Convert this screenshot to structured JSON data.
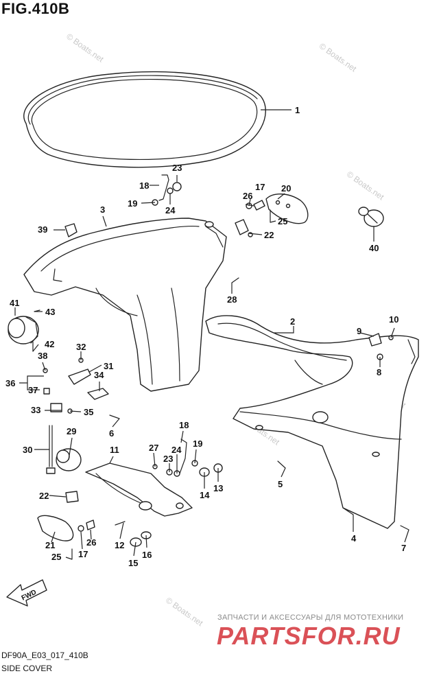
{
  "figure": {
    "title": "FIG.410B",
    "footer_code": "DF90A_E03_017_410B",
    "footer_name": "SIDE COVER",
    "fwd_label": "FWD"
  },
  "watermark": {
    "site": "© Boats.net",
    "ru_text": "ЗАПЧАСТИ И АКСЕССУАРЫ ДЛЯ МОТОТЕХНИКИ",
    "logo": "PARTSFOR.RU"
  },
  "callouts": [
    "1",
    "2",
    "3",
    "4",
    "5",
    "6",
    "7",
    "8",
    "9",
    "10",
    "11",
    "12",
    "13",
    "14",
    "15",
    "16",
    "17",
    "18",
    "19",
    "20",
    "21",
    "22",
    "23",
    "24",
    "25",
    "26",
    "27",
    "28",
    "29",
    "30",
    "31",
    "32",
    "33",
    "34",
    "35",
    "36",
    "37",
    "38",
    "39",
    "40",
    "41",
    "42",
    "43",
    "18",
    "19",
    "23",
    "24",
    "22",
    "25",
    "26",
    "17"
  ],
  "colors": {
    "line": "#222222",
    "watermark_red": "#d4333a",
    "watermark_gray": "#c9c9c9"
  }
}
